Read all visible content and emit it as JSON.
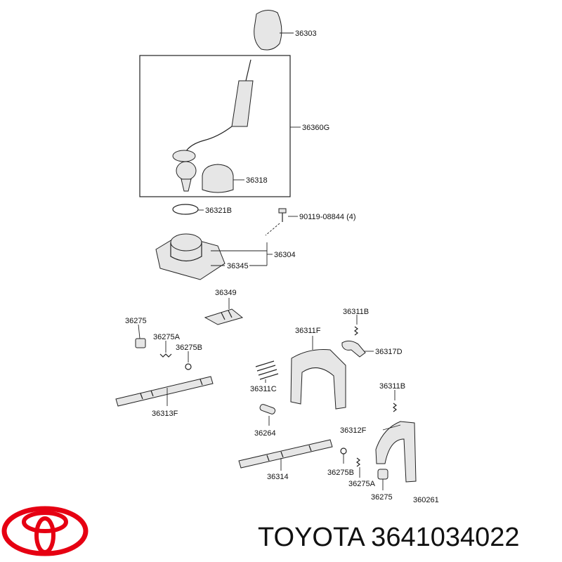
{
  "diagram": {
    "labels": {
      "l36303": "36303",
      "l36360G": "36360G",
      "l36318": "36318",
      "l36321B": "36321B",
      "l90119": "90119-08844 (4)",
      "l36304": "36304",
      "l36345": "36345",
      "l36349": "36349",
      "l36275_top": "36275",
      "l36275A_top": "36275A",
      "l36275B_top": "36275B",
      "l36313F": "36313F",
      "l36311B_top": "36311B",
      "l36311F": "36311F",
      "l36317D": "36317D",
      "l36311C": "36311C",
      "l36264": "36264",
      "l36311B_mid": "36311B",
      "l36312F": "36312F",
      "l36314": "36314",
      "l36275B_bot": "36275B",
      "l36275A_bot": "36275A",
      "l36275_bot": "36275",
      "l360261": "360261"
    }
  },
  "footer": {
    "brand_text": "TOYOTA 3641034022",
    "logo_color": "#e60012"
  }
}
